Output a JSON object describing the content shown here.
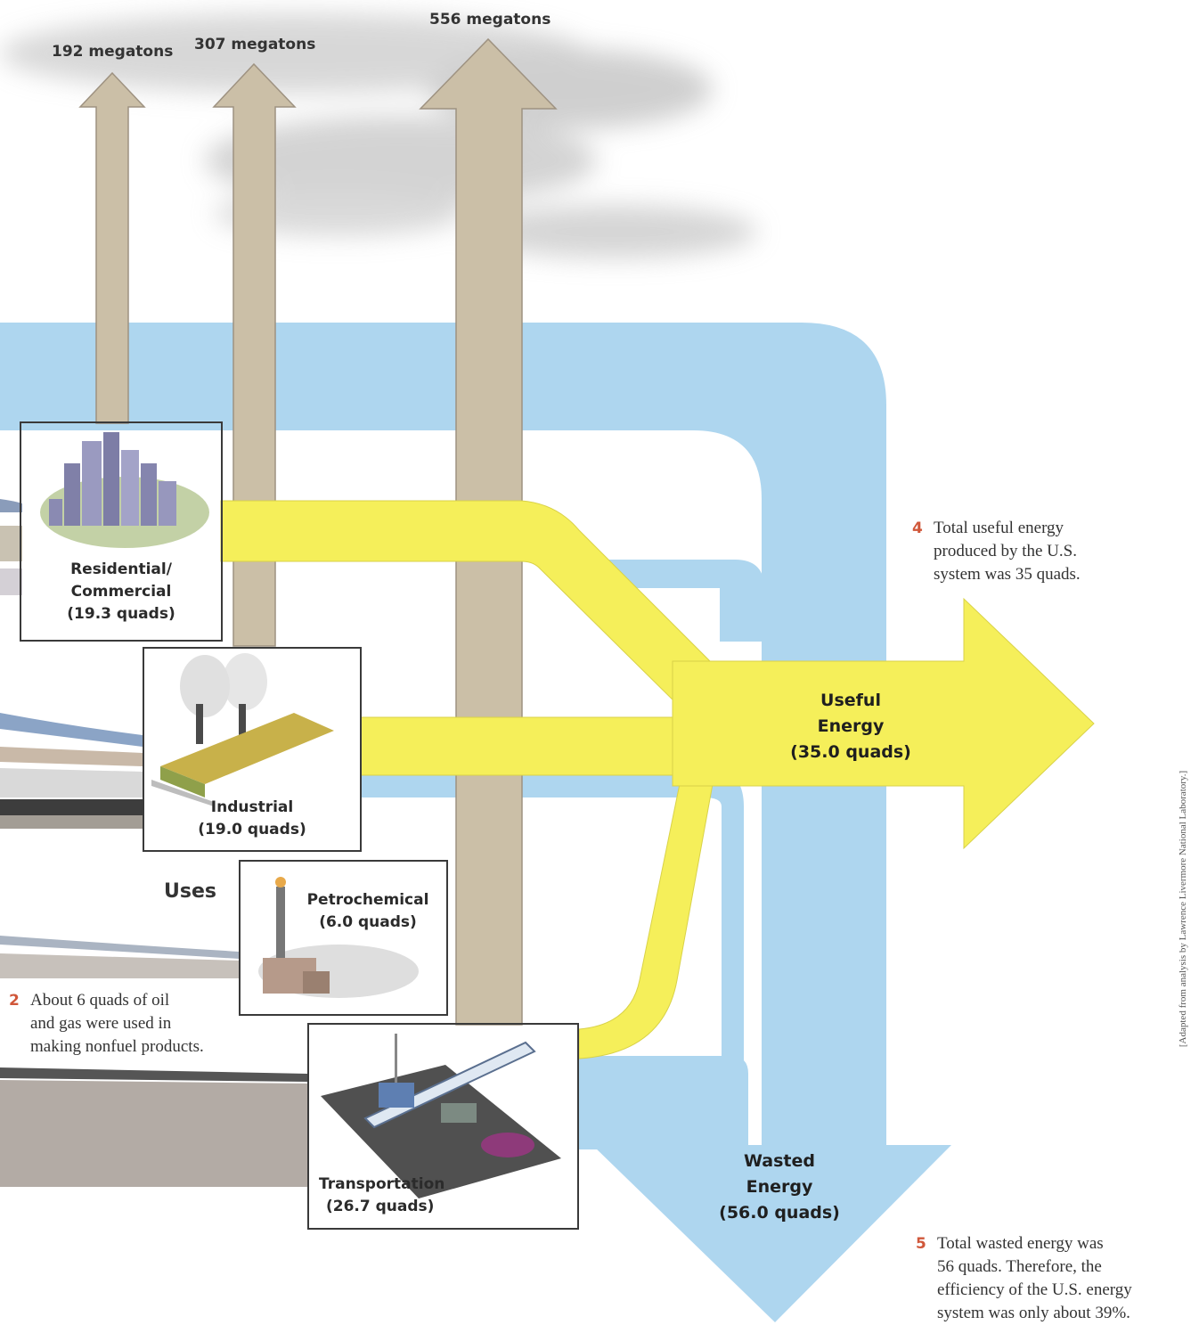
{
  "emissions": [
    {
      "label": "192 megatons"
    },
    {
      "label": "307 megatons"
    },
    {
      "label": "556 megatons"
    }
  ],
  "uses_heading": "Uses",
  "sectors": {
    "residential": {
      "line1": "Residential/",
      "line2": "Commercial",
      "line3": "(19.3 quads)"
    },
    "industrial": {
      "line1": "Industrial",
      "line2": "(19.0 quads)"
    },
    "petrochemical": {
      "line1": "Petrochemical",
      "line2": "(6.0 quads)"
    },
    "transportation": {
      "line1": "Transportation",
      "line2": "(26.7 quads)"
    }
  },
  "outputs": {
    "useful": {
      "line1": "Useful",
      "line2": "Energy",
      "line3": "(35.0 quads)"
    },
    "wasted": {
      "line1": "Wasted",
      "line2": "Energy",
      "line3": "(56.0 quads)"
    }
  },
  "notes": {
    "note2": {
      "num": "2",
      "lines": [
        "About 6 quads of oil",
        "and gas were used in",
        "making nonfuel products."
      ]
    },
    "note4": {
      "num": "4",
      "lines": [
        "Total useful energy",
        "produced by the U.S.",
        "system was 35 quads."
      ]
    },
    "note5": {
      "num": "5",
      "lines": [
        "Total wasted energy was",
        "56 quads.  Therefore, the",
        "efficiency of the U.S. energy",
        "system was only about 39%."
      ]
    }
  },
  "credit": "[Adapted from analysis by Lawrence Livermore National Laboratory.]",
  "colors": {
    "useful": "#f5ef5a",
    "wasted": "#aed6ef",
    "emissions": "#cbbfa7",
    "box_border": "#3a3a3a",
    "note_number": "#d0573a"
  }
}
